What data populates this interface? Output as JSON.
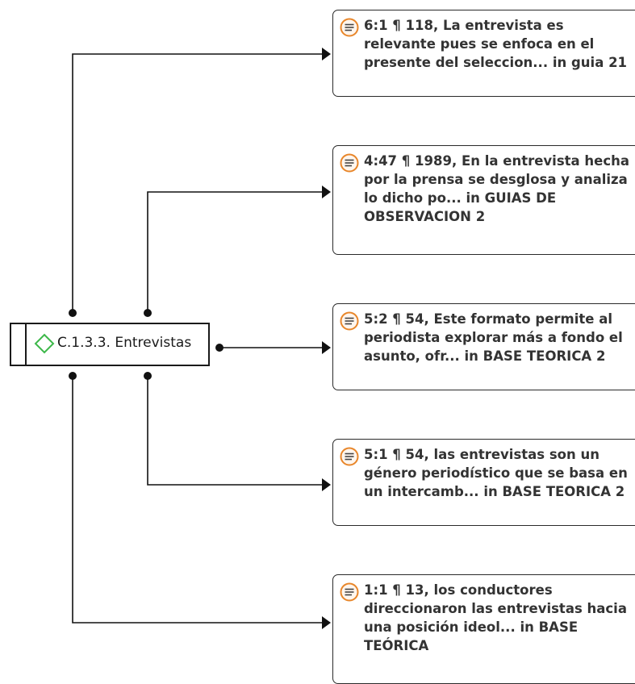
{
  "colors": {
    "line": "#111111",
    "code_diamond": "#3db84a",
    "quote_icon": "#e8862a",
    "text": "#333333"
  },
  "code": {
    "label": "C.1.3.3. Entrevistas",
    "icon": "diamond-icon"
  },
  "quotations": [
    {
      "text": "6:1 ¶ 118, La entrevista es relevante pues se enfoca en el presente del seleccion... in guia 21",
      "icon": "quotation-icon"
    },
    {
      "text": "4:47 ¶ 1989, En la entrevista hecha por la prensa se desglosa y analiza lo dicho po... in GUIAS DE OBSERVACION 2",
      "icon": "quotation-icon"
    },
    {
      "text": "5:2 ¶ 54, Este formato permite al periodista explorar más a fondo el asunto, ofr... in BASE TEORICA 2",
      "icon": "quotation-icon"
    },
    {
      "text": "5:1 ¶ 54, las entrevistas son un género periodístico que se basa en un intercamb... in BASE TEORICA 2",
      "icon": "quotation-icon"
    },
    {
      "text": "1:1 ¶ 13, los conductores direccionaron las entrevistas hacia una posición ideol... in BASE TEÓRICA",
      "icon": "quotation-icon"
    }
  ]
}
